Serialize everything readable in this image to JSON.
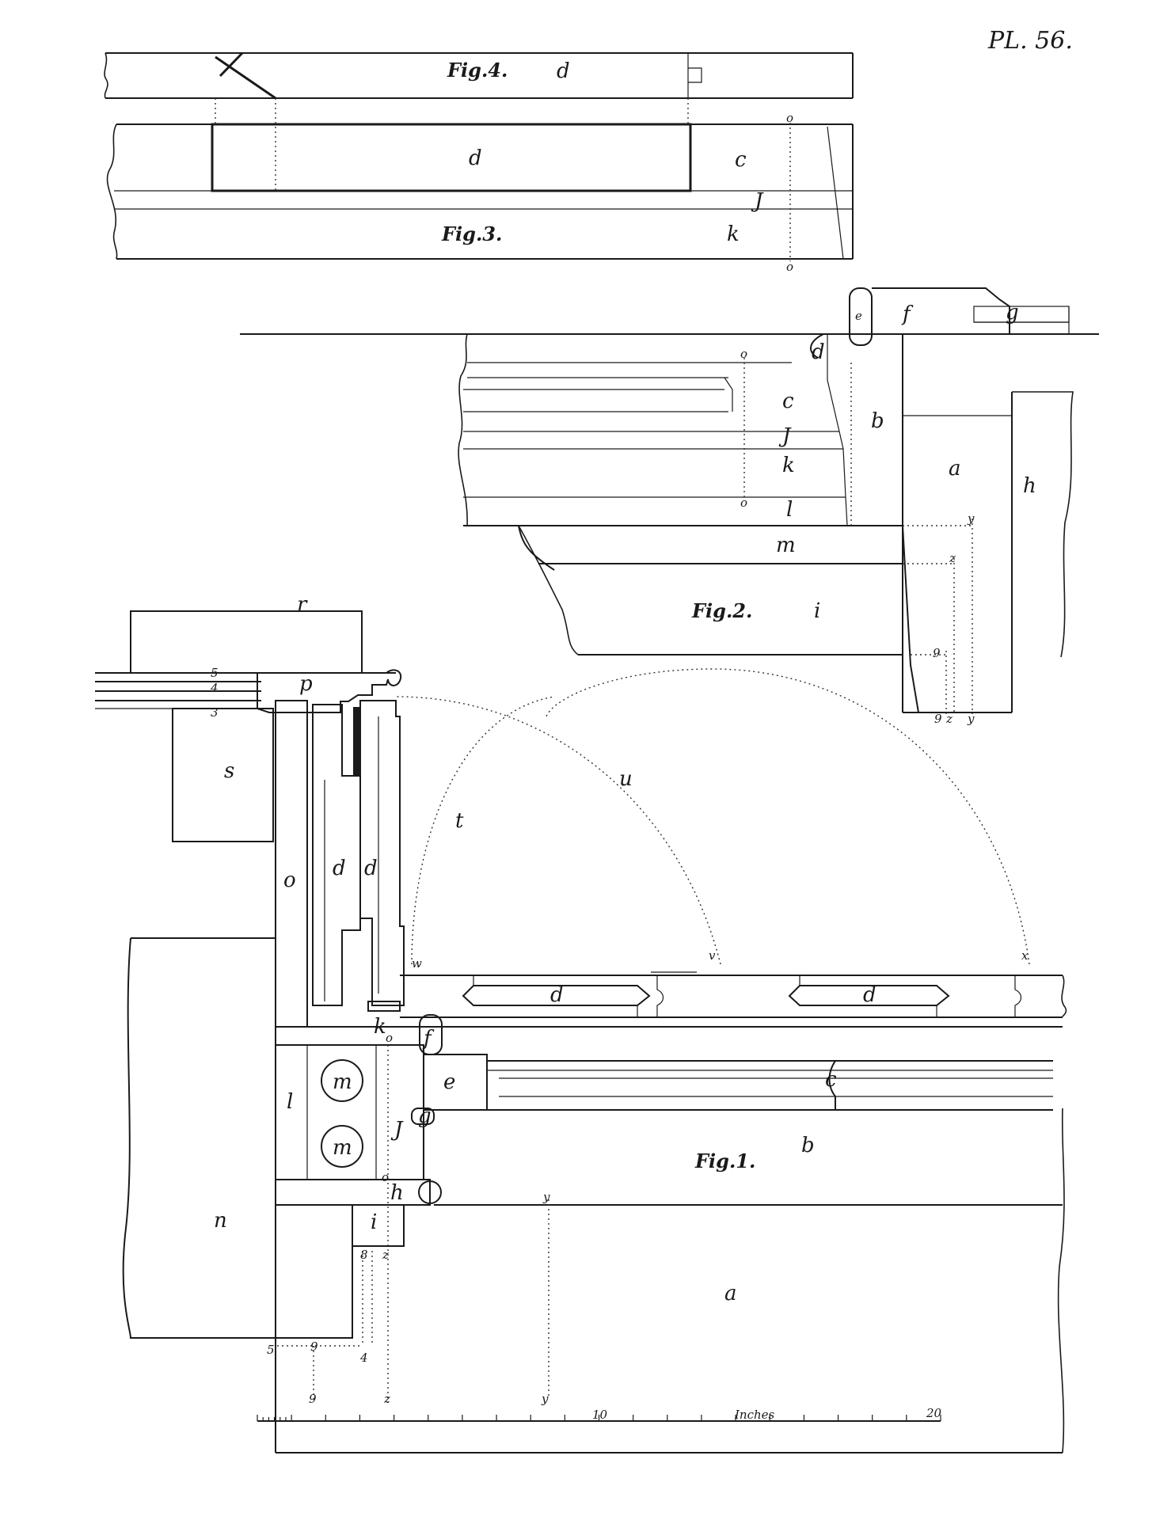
{
  "plate": {
    "number": "PL. 56."
  },
  "figures": {
    "fig4": {
      "title": "Fig.4.",
      "labels": [
        "d"
      ]
    },
    "fig3": {
      "title": "Fig.3.",
      "labels": [
        "d",
        "c",
        "J",
        "k",
        "o",
        "o"
      ]
    },
    "fig2": {
      "title": "Fig.2.",
      "labels": [
        "e",
        "f",
        "g",
        "d",
        "o",
        "c",
        "b",
        "J",
        "k",
        "a",
        "h",
        "o",
        "l",
        "y",
        "m",
        "z",
        "i",
        "9",
        "9",
        "z",
        "y"
      ]
    },
    "fig1": {
      "title": "Fig.1.",
      "labels": [
        "r",
        "5",
        "4",
        "3",
        "p",
        "s",
        "t",
        "u",
        "o",
        "d",
        "d",
        "w",
        "v",
        "x",
        "d",
        "d",
        "k",
        "o",
        "f",
        "l",
        "m",
        "e",
        "c",
        "g",
        "m",
        "J",
        "b",
        "o",
        "h",
        "n",
        "i",
        "y",
        "8",
        "z",
        "a",
        "5",
        "9",
        "4",
        "9",
        "z",
        "y"
      ]
    }
  },
  "scale": {
    "label": "Inches",
    "ticks": [
      "10",
      "20"
    ]
  }
}
